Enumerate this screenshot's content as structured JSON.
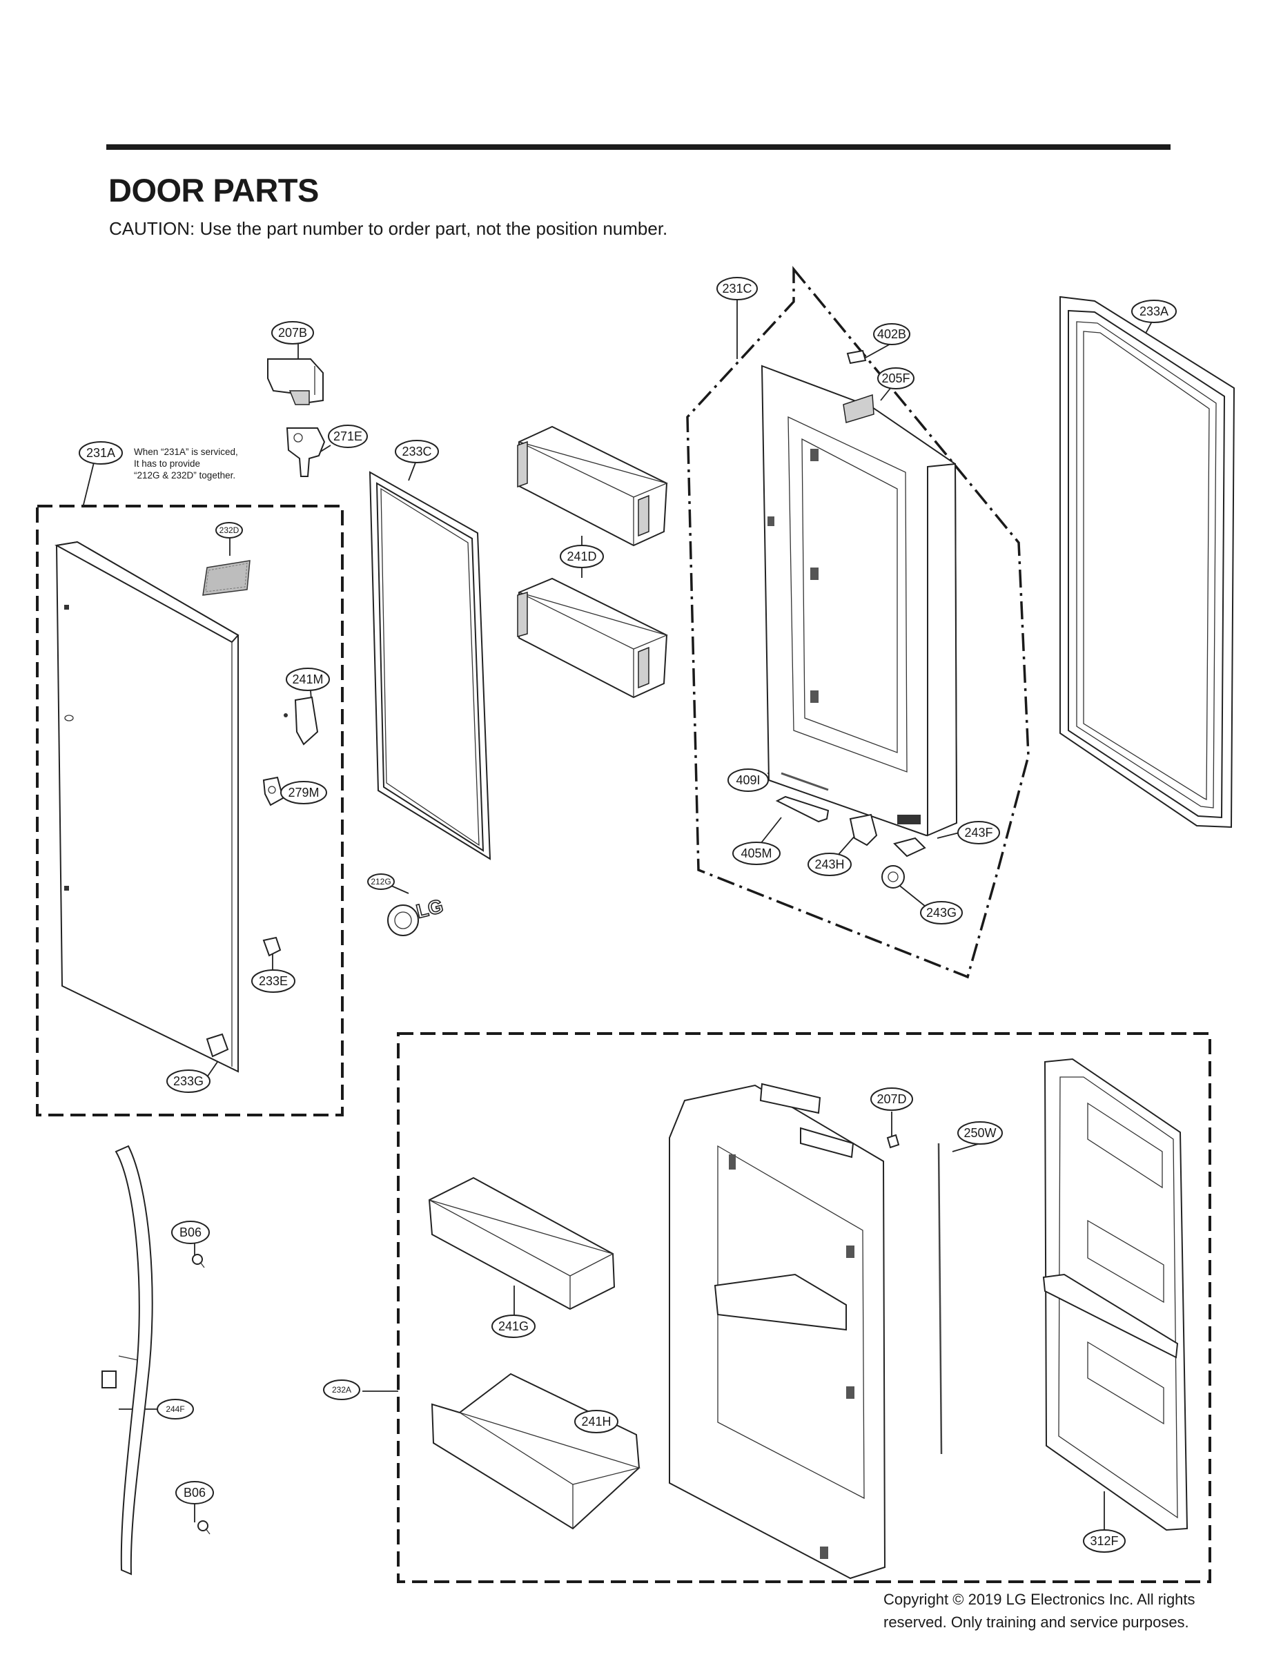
{
  "header": {
    "title": "DOOR PARTS",
    "caution": "CAUTION: Use the part number to order part, not the position number."
  },
  "note": {
    "line1": "When “231A” is serviced,",
    "line2": "It has to provide",
    "line3": "“212G & 232D” together."
  },
  "logo_text": "LG",
  "callouts": {
    "c231C": "231C",
    "c233A": "233A",
    "c207B": "207B",
    "c402B": "402B",
    "c205F": "205F",
    "c271E": "271E",
    "c231A": "231A",
    "c233C": "233C",
    "c232D": "232D",
    "c241D": "241D",
    "c241M": "241M",
    "c279M": "279M",
    "c409I": "409I",
    "c243F": "243F",
    "c405M": "405M",
    "c243H": "243H",
    "c212G": "212G",
    "c243G": "243G",
    "c233E": "233E",
    "c233G": "233G",
    "c207D": "207D",
    "c250W": "250W",
    "c B06a": "B06",
    "c241G": "241G",
    "c232A": "232A",
    "c244F": "244F",
    "c241H": "241H",
    "c312F": "312F",
    "cB06b": "B06",
    "cB06a": "B06"
  },
  "copyright": "Copyright © 2019  LG Electronics Inc. All rights reserved. Only training and service purposes."
}
